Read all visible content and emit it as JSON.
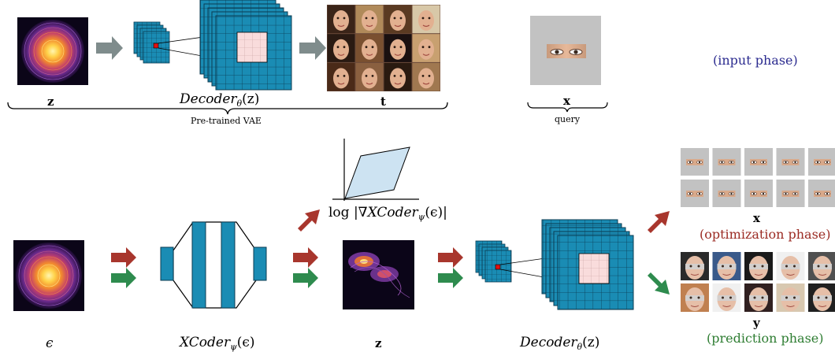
{
  "labels": {
    "z_top": "z",
    "decoder_top": "Decoder",
    "decoder_top_sub": "θ",
    "decoder_top_arg": "(z)",
    "t_label": "t",
    "x_label": "x",
    "query": "query",
    "pretrained": "Pre-trained VAE",
    "input_phase": "(input phase)",
    "epsilon": "ϵ",
    "xcoder": "XCoder",
    "xcoder_sub": "ψ",
    "xcoder_arg": "(ϵ)",
    "z_bottom": "z",
    "log_jac_prefix": "log |∇",
    "log_jac_name": "XCoder",
    "log_jac_sub": "ψ",
    "log_jac_arg": "(ϵ)|",
    "decoder_bottom": "Decoder",
    "decoder_bottom_sub": "θ",
    "decoder_bottom_arg": "(z)",
    "x_bottom": "x",
    "optimization_phase": "(optimization phase)",
    "y_label": "y",
    "prediction_phase": "(prediction phase)"
  },
  "colors": {
    "teal": "#1a8cb4",
    "arrow_gray": "#7f8c8c",
    "arrow_red": "#a8362d",
    "arrow_green": "#2e8b4e",
    "blue_text": "#2b2b8f",
    "red_text": "#9b2a22",
    "green_text": "#2e7d32",
    "pink": "#f9dcdc",
    "query_gray": "#c2c2c2"
  }
}
